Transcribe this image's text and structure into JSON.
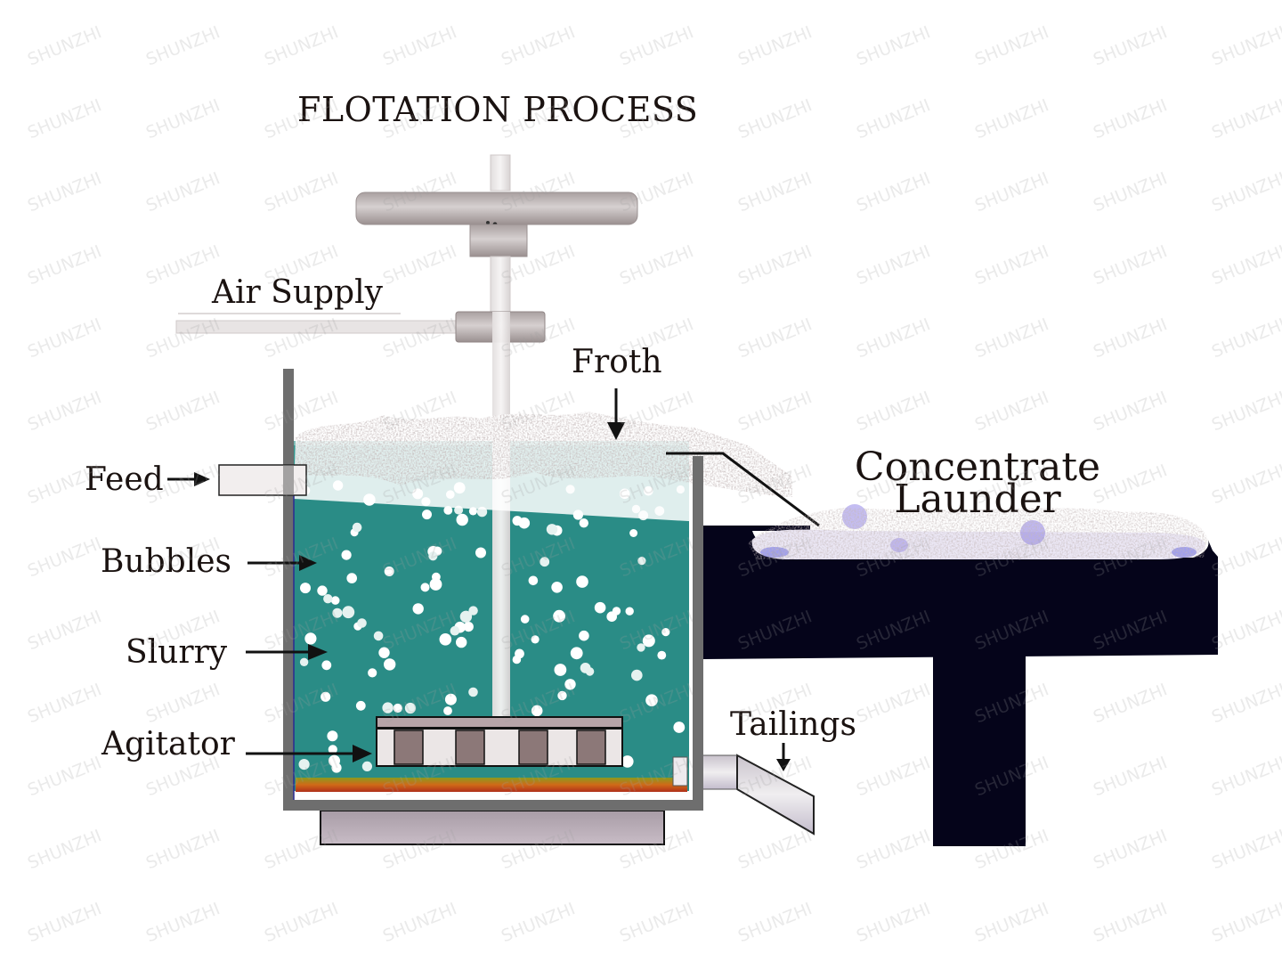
{
  "title": "FLOTATION PROCESS",
  "labels": {
    "air_supply": "Air Supply",
    "froth": "Froth",
    "feed": "Feed",
    "bubbles": "Bubbles",
    "slurry": "Slurry",
    "agitator": "Agitator",
    "concentrate_line1": "Concentrate",
    "concentrate_line2": "Launder",
    "tailings": "Tailings"
  },
  "watermark": "SHUNZHI",
  "colors": {
    "slurry": "#2a8c86",
    "tank_wall": "#6e6e6e",
    "launder": "#05041a",
    "pipe": "#b9b1b1",
    "sediment": "#c4561a"
  }
}
